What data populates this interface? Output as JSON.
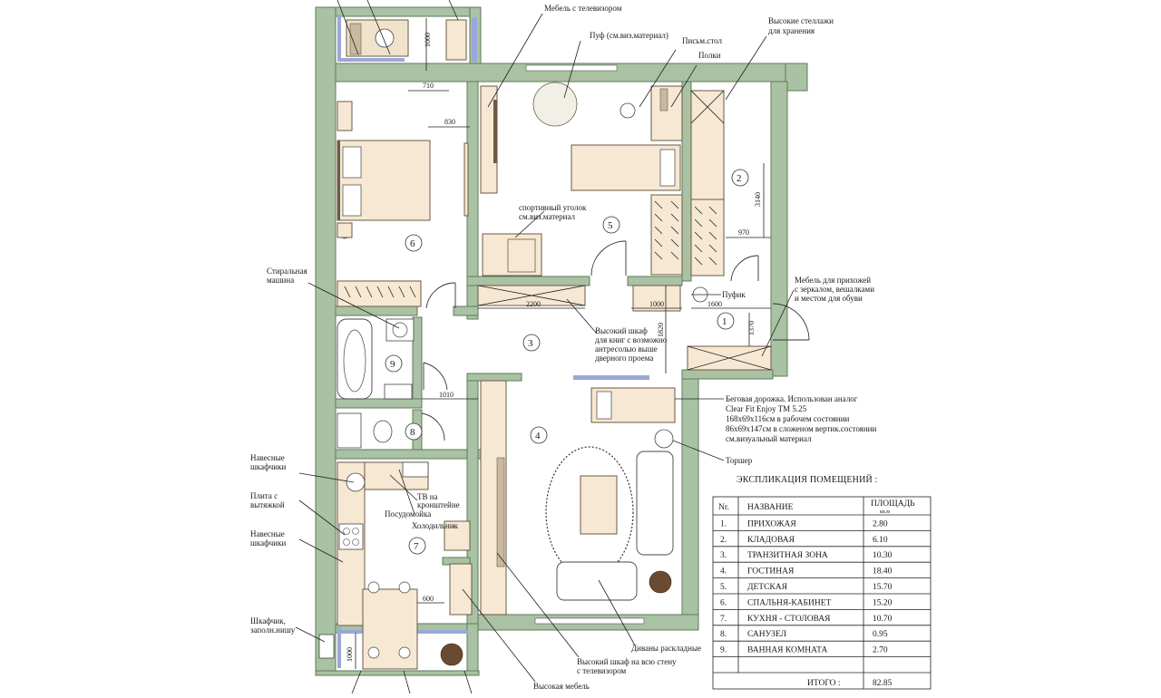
{
  "labels": {
    "tv_furniture": "Мебель с телевизором",
    "pouf": "Пуф (см.виз.материал)",
    "desk": "Письм.стол",
    "shelves": "Полки",
    "tall_racks_1": "Высокие стеллажи",
    "tall_racks_2": "для хранения",
    "sport_1": "спортивный уголок",
    "sport_2": "см.виз.материал",
    "washer_1": "Стиральная",
    "washer_2": "машина",
    "tall_wardrobe_1": "Высокий шкаф",
    "tall_wardrobe_2": "для книг с возможно",
    "tall_wardrobe_3": "антресолью выше",
    "tall_wardrobe_4": "дверного проема",
    "pufik": "Пуфик",
    "hall_furn_1": "Мебель для прихожей",
    "hall_furn_2": "с зеркалом, вешалками",
    "hall_furn_3": "и местом для обуви",
    "treadmill_1": "Беговая дорожка. Использован аналог",
    "treadmill_2": "Clear Fit Enjoy TM 5.25",
    "treadmill_3": "168х69х116см в рабочем состоянии",
    "treadmill_4": "86х69х147см в сложеном вертик.состоянии",
    "treadmill_5": "см.визуальный материал",
    "lamp": "Торшер",
    "cabinets1_1": "Навесные",
    "cabinets1_2": "шкафчики",
    "stove_1": "Плита с",
    "stove_2": "вытяжкой",
    "cabinets2_1": "Навесные",
    "cabinets2_2": "шкафчики",
    "tv_bracket_1": "ТВ на",
    "tv_bracket_2": "кронштейне",
    "dishwasher": "Посудомойка",
    "fridge": "Холодильник",
    "cabinet_niche_1": "Шкафчик,",
    "cabinet_niche_2": "заполн.нишу",
    "wall_wardrobe_1": "Высокий шкаф на всю стену",
    "wall_wardrobe_2": "с телевизором",
    "sofas": "Диваны раскладные",
    "tall_furniture": "Высокая мебель"
  },
  "dimensions": {
    "d1000a": "1000",
    "d710": "710",
    "d830": "830",
    "d3140": "3140",
    "d970": "970",
    "d2200": "2200",
    "d1000b": "1000",
    "d1820": "1820",
    "d1600": "1600",
    "d1370": "1370",
    "d1010": "1010",
    "d600": "600",
    "d1000c": "1000"
  },
  "room_numbers": {
    "r1": "1",
    "r2": "2",
    "r3": "3",
    "r4": "4",
    "r5": "5",
    "r6": "6",
    "r7": "7",
    "r8": "8",
    "r9": "9"
  },
  "explication": {
    "title": "ЭКСПЛИКАЦИЯ ПОМЕЩЕНИЙ :",
    "col_no": "Nr.",
    "col_name": "НАЗВАНИЕ",
    "col_area": "ПЛОЩАДЬ",
    "col_area_unit": "кв.м",
    "rows": [
      {
        "no": "1.",
        "name": "ПРИХОЖАЯ",
        "area": "2.80"
      },
      {
        "no": "2.",
        "name": "КЛАДОВАЯ",
        "area": "6.10"
      },
      {
        "no": "3.",
        "name": "ТРАНЗИТНАЯ ЗОНА",
        "area": "10.30"
      },
      {
        "no": "4.",
        "name": "ГОСТИНАЯ",
        "area": "18.40"
      },
      {
        "no": "5.",
        "name": "ДЕТСКАЯ",
        "area": "15.70"
      },
      {
        "no": "6.",
        "name": "СПАЛЬНЯ-КАБИНЕТ",
        "area": "15.20"
      },
      {
        "no": "7.",
        "name": "КУХНЯ - СТОЛОВАЯ",
        "area": "10.70"
      },
      {
        "no": "8.",
        "name": "САНУЗЕЛ",
        "area": "0.95"
      },
      {
        "no": "9.",
        "name": "ВАННАЯ КОМНАТА",
        "area": "2.70"
      }
    ],
    "total_label": "ИТОГО :",
    "total_value": "82.85"
  },
  "colors": {
    "wall": "#a9c2a3",
    "furniture": "#f6e8d2",
    "window": "#9aa7d8"
  }
}
